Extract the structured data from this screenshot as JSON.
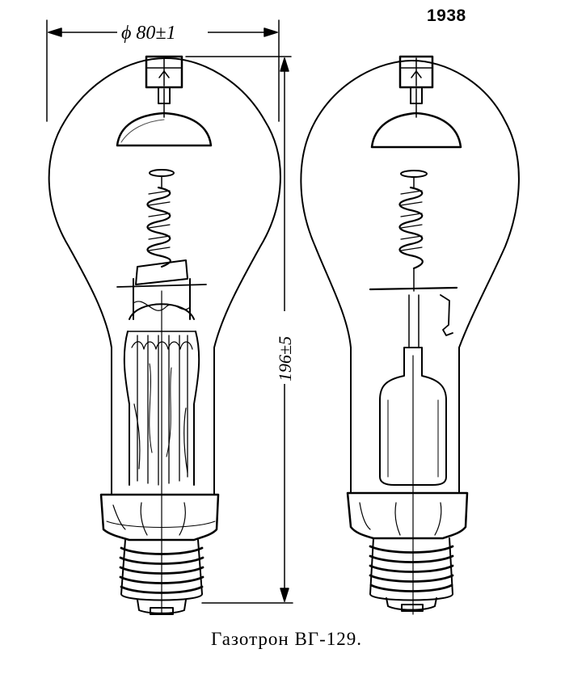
{
  "year": "1938",
  "caption": "Газотрон ВГ-129.",
  "dimensions": {
    "diameter": "ϕ 80±1",
    "height": "196±5"
  }
}
